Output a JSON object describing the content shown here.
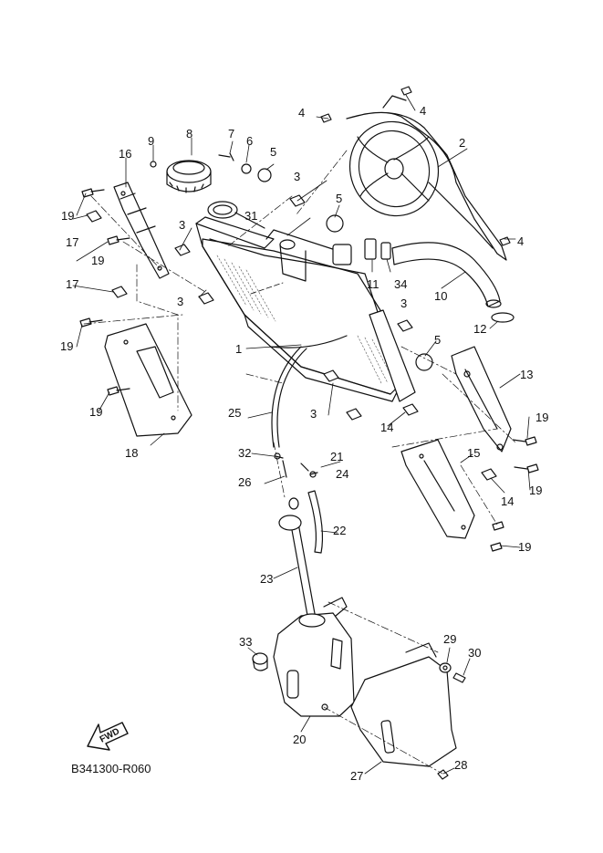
{
  "diagram": {
    "code": "B341300-R060",
    "fwd_label": "FWD",
    "callouts": [
      {
        "id": "c1",
        "text": "1"
      },
      {
        "id": "c2",
        "text": "2"
      },
      {
        "id": "c3a",
        "text": "3"
      },
      {
        "id": "c3b",
        "text": "3"
      },
      {
        "id": "c3c",
        "text": "3"
      },
      {
        "id": "c3d",
        "text": "3"
      },
      {
        "id": "c3e",
        "text": "3"
      },
      {
        "id": "c4a",
        "text": "4"
      },
      {
        "id": "c4b",
        "text": "4"
      },
      {
        "id": "c4c",
        "text": "4"
      },
      {
        "id": "c5a",
        "text": "5"
      },
      {
        "id": "c5b",
        "text": "5"
      },
      {
        "id": "c5c",
        "text": "5"
      },
      {
        "id": "c6",
        "text": "6"
      },
      {
        "id": "c7",
        "text": "7"
      },
      {
        "id": "c8",
        "text": "8"
      },
      {
        "id": "c9",
        "text": "9"
      },
      {
        "id": "c10",
        "text": "10"
      },
      {
        "id": "c11",
        "text": "11"
      },
      {
        "id": "c12",
        "text": "12"
      },
      {
        "id": "c13",
        "text": "13"
      },
      {
        "id": "c14a",
        "text": "14"
      },
      {
        "id": "c14b",
        "text": "14"
      },
      {
        "id": "c15",
        "text": "15"
      },
      {
        "id": "c16",
        "text": "16"
      },
      {
        "id": "c17a",
        "text": "17"
      },
      {
        "id": "c17b",
        "text": "17"
      },
      {
        "id": "c18",
        "text": "18"
      },
      {
        "id": "c19a",
        "text": "19"
      },
      {
        "id": "c19b",
        "text": "19"
      },
      {
        "id": "c19c",
        "text": "19"
      },
      {
        "id": "c19d",
        "text": "19"
      },
      {
        "id": "c19e",
        "text": "19"
      },
      {
        "id": "c19f",
        "text": "19"
      },
      {
        "id": "c19g",
        "text": "19"
      },
      {
        "id": "c20",
        "text": "20"
      },
      {
        "id": "c21",
        "text": "21"
      },
      {
        "id": "c22",
        "text": "22"
      },
      {
        "id": "c23",
        "text": "23"
      },
      {
        "id": "c24",
        "text": "24"
      },
      {
        "id": "c25",
        "text": "25"
      },
      {
        "id": "c26",
        "text": "26"
      },
      {
        "id": "c27",
        "text": "27"
      },
      {
        "id": "c28",
        "text": "28"
      },
      {
        "id": "c29",
        "text": "29"
      },
      {
        "id": "c30",
        "text": "30"
      },
      {
        "id": "c31",
        "text": "31"
      },
      {
        "id": "c32",
        "text": "32"
      },
      {
        "id": "c33",
        "text": "33"
      },
      {
        "id": "c34",
        "text": "34"
      }
    ]
  }
}
